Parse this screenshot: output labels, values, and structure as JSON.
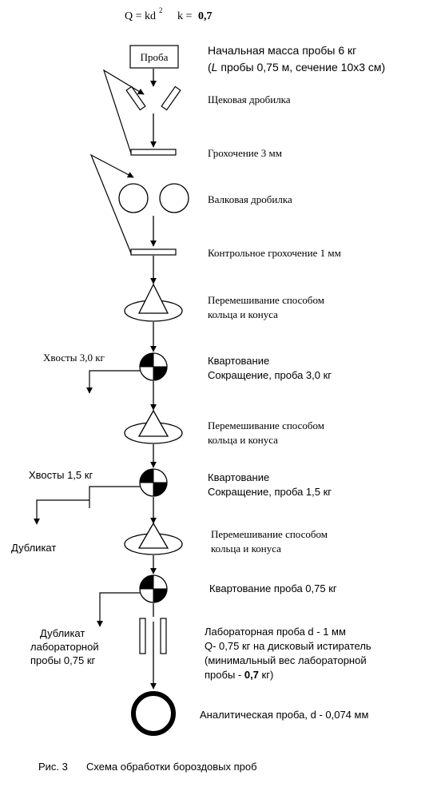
{
  "header": {
    "formula": "Q = kd",
    "exponent": "2",
    "k_label": "k = ",
    "k_value": "0,7"
  },
  "start": {
    "box_label": "Проба",
    "mass_text": "Начальная масса пробы 6 кг",
    "sample_line_prefix": "(",
    "sample_line_italic": "L",
    "sample_line_rest": " пробы 0,75 м, сечение 10х3 см)"
  },
  "steps": {
    "jaw_crusher": "Щековая дробилка",
    "screening": "Грохочение 3 мм",
    "roll_crusher": "Валковая дробилка",
    "control_screening": "Контрольное грохочение 1 мм",
    "mix1_line1": "Перемешивание способом",
    "mix1_line2": "кольца и конуса",
    "quarter1_line1": "Квартование",
    "quarter1_line2": "Сокращение, проба 3,0 кг",
    "tails1": "Хвосты  3,0  кг",
    "mix2_line1": "Перемешивание способом",
    "mix2_line2": "кольца и конуса",
    "quarter2_line1": "Квартование",
    "quarter2_line2": "Сокращение, проба  1,5   кг",
    "tails2": "Хвосты   1,5   кг",
    "duplicate": "Дубликат",
    "mix3_line1": "Перемешивание способом",
    "mix3_line2": "кольца и конуса",
    "quarter3": "Квартование  проба  0,75 кг",
    "lab_duplicate_line1": "Дубликат",
    "lab_duplicate_line2": "лабораторной",
    "lab_duplicate_line3": "пробы  0,75 кг",
    "lab_line1": "Лабораторная проба d - 1 мм",
    "lab_line2": "Q- 0,75 кг на дисковый истиратель",
    "lab_line3": "(минимальный вес лабораторной",
    "lab_line4_pre": "пробы  - ",
    "lab_line4_val": "0,7",
    "lab_line4_post": " кг)",
    "analytic": "Аналитическая проба, d - 0,074  мм"
  },
  "caption": {
    "label": "Рис. 3",
    "text": "Схема обработки бороздовых проб"
  }
}
